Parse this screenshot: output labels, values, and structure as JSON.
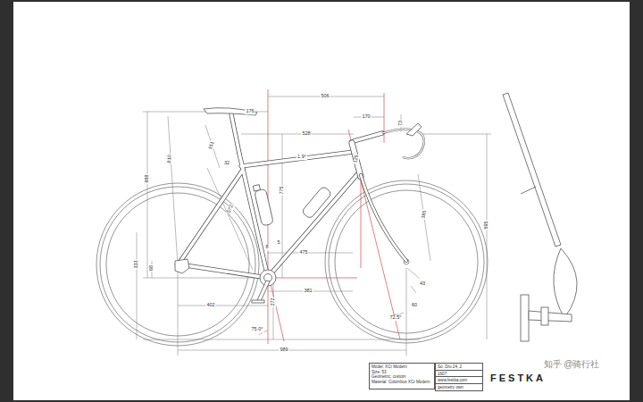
{
  "diagram": {
    "nodes": [
      {
        "text": [
          "Model: XCr Modern",
          "Size: 53",
          "Geometric: custom",
          "Material: Colombus XCr Modern"
        ]
      },
      {
        "text": [
          "So. Dru 24, 2"
        ]
      },
      {
        "text": [
          "1607"
        ]
      },
      {
        "text": [
          "www.festka.com"
        ]
      },
      {
        "text": [
          "geometry own"
        ]
      }
    ],
    "labels": [
      "506",
      "176",
      "170",
      "73",
      "528",
      "151",
      "32",
      "1.9°",
      "125",
      "810",
      "888",
      "572",
      "775",
      "385",
      "595",
      "5",
      "8",
      "475",
      "333",
      "68",
      "43",
      "381",
      "402",
      "272",
      "60",
      "72.5°",
      "75.0°",
      "989",
      "FESTKA",
      "知乎 @骑行社"
    ]
  }
}
